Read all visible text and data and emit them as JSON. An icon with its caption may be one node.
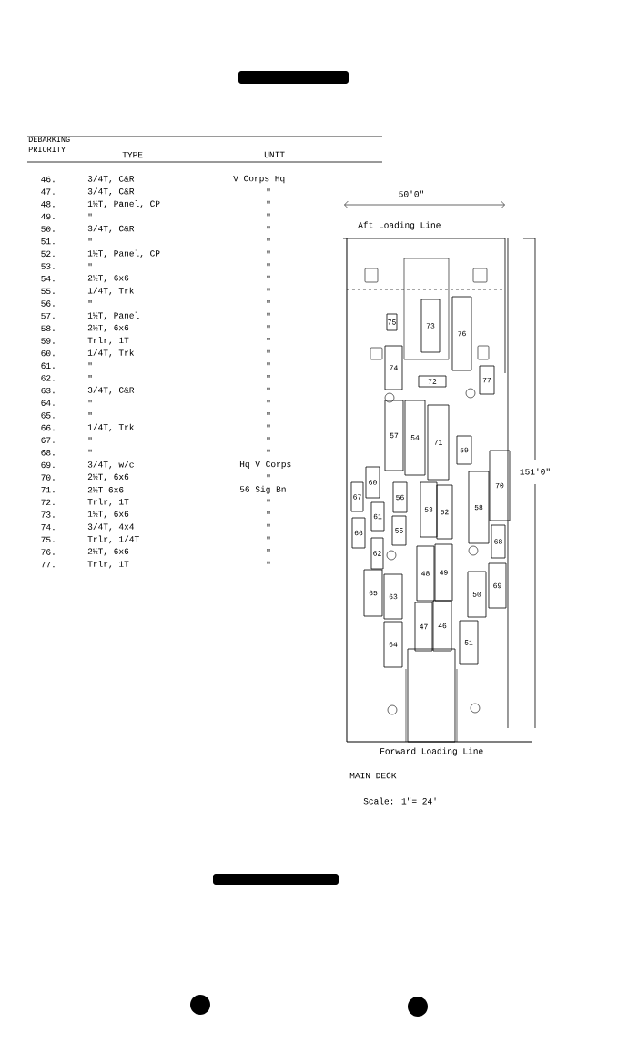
{
  "diagram": {
    "nodes": [
      {
        "text": [
          "73"
        ]
      },
      {
        "text": [
          "76"
        ]
      },
      {
        "text": [
          "75"
        ]
      },
      {
        "text": [
          "74"
        ]
      },
      {
        "text": [
          "72"
        ]
      },
      {
        "text": [
          "77"
        ]
      },
      {
        "text": [
          "57"
        ]
      },
      {
        "text": [
          "54"
        ]
      },
      {
        "text": [
          "71"
        ]
      },
      {
        "text": [
          "59"
        ]
      },
      {
        "text": [
          "70"
        ]
      },
      {
        "text": [
          "58"
        ]
      },
      {
        "text": [
          "60"
        ]
      },
      {
        "text": [
          "67"
        ]
      },
      {
        "text": [
          "56"
        ]
      },
      {
        "text": [
          "53"
        ]
      },
      {
        "text": [
          "52"
        ]
      },
      {
        "text": [
          "61"
        ]
      },
      {
        "text": [
          "66"
        ]
      },
      {
        "text": [
          "55"
        ]
      },
      {
        "text": [
          "62"
        ]
      },
      {
        "text": [
          "68"
        ]
      },
      {
        "text": [
          "49"
        ]
      },
      {
        "text": [
          "48"
        ]
      },
      {
        "text": [
          "69"
        ]
      },
      {
        "text": [
          "65"
        ]
      },
      {
        "text": [
          "63"
        ]
      },
      {
        "text": [
          "50"
        ]
      },
      {
        "text": [
          "46"
        ]
      },
      {
        "text": [
          "47"
        ]
      },
      {
        "text": [
          "64"
        ]
      },
      {
        "text": [
          "51"
        ]
      }
    ],
    "labels": [
      "DEBARKING PRIORITY",
      "TYPE",
      "UNIT",
      "46.",
      "3/4T, C&R",
      "V Corps Hq",
      "47.",
      "3/4T, C&R",
      "\"",
      "48.",
      "1½T, Panel, CP",
      "\"",
      "49.",
      "\"",
      "\"",
      "50.",
      "3/4T, C&R",
      "\"",
      "51.",
      "\"",
      "\"",
      "52.",
      "1½T, Panel, CP",
      "\"",
      "53.",
      "\"",
      "\"",
      "54.",
      "2½T, 6x6",
      "\"",
      "55.",
      "1/4T, Trk",
      "\"",
      "56.",
      "\"",
      "\"",
      "57.",
      "1½T, Panel",
      "\"",
      "58.",
      "2½T, 6x6",
      "\"",
      "59.",
      "Trlr, 1T",
      "\"",
      "60.",
      "1/4T, Trk",
      "\"",
      "61.",
      "\"",
      "\"",
      "62.",
      "\"",
      "\"",
      "63.",
      "3/4T, C&R",
      "\"",
      "64.",
      "\"",
      "\"",
      "65.",
      "\"",
      "\"",
      "66.",
      "1/4T, Trk",
      "\"",
      "67.",
      "\"",
      "\"",
      "68.",
      "\"",
      "\"",
      "69.",
      "3/4T, w/c",
      "Hq V Corps",
      "70.",
      "2½T, 6x6",
      "\"",
      "71.",
      "2½T 6x6",
      "56 Sig Bn",
      "72.",
      "Trlr, 1T",
      "\"",
      "73.",
      "1½T, 6x6",
      "\"",
      "74.",
      "3/4T, 4x4",
      "\"",
      "75.",
      "Trlr, 1/4T",
      "\"",
      "76.",
      "2½T, 6x6",
      "\"",
      "77.",
      "Trlr, 1T",
      "\"",
      "50'0\"",
      "Aft Loading Line",
      "151'0\"",
      "Forward Loading Line",
      "MAIN DECK",
      "Scale: 1\"= 24'"
    ]
  }
}
